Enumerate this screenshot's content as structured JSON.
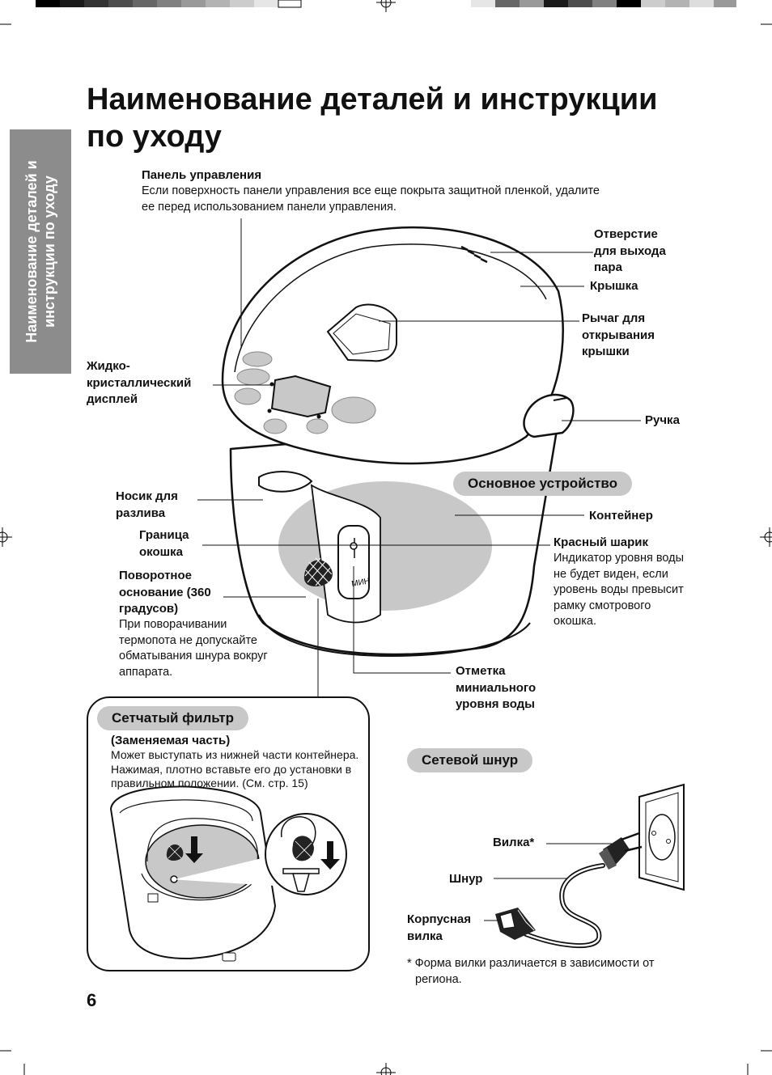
{
  "page": {
    "title": "Наименование деталей и инструкции по уходу",
    "side_tab": "Наименование деталей и инструкции по уходу",
    "page_number": "6"
  },
  "labels": {
    "control_panel_title": "Панель управления",
    "control_panel_text": "Если поверхность панели управления все еще покрыта защитной пленкой, удалите ее перед использованием панели управления.",
    "steam_vent": "Отверстие для выхода пара",
    "lid": "Крышка",
    "lid_lever": "Рычаг для открывания крышки",
    "lcd": "Жидко-кристаллический дисплей",
    "handle": "Ручка",
    "spout": "Носик для разлива",
    "main_unit": "Основное устройство",
    "container": "Контейнер",
    "window_frame": "Граница окошка",
    "red_ball_title": "Красный шарик",
    "red_ball_text": "Индикатор уровня воды не будет виден, если уровень воды превысит рамку смотрового окошка.",
    "swivel_title": "Поворотное основание (360 градусов)",
    "swivel_text": "При поворачивании термопота не допускайте обматывания шнура вокруг аппарата.",
    "min_level": "Отметка миниального уровня воды",
    "min_mark": "МИН"
  },
  "filter": {
    "pill": "Сетчатый фильтр",
    "subtitle": "(Заменяемая часть)",
    "text": "Может выступать из нижней части контейнера. Нажимая, плотно вставьте его до установки в правильном положении. (См. стр. 15)"
  },
  "cord": {
    "pill": "Сетевой шнур",
    "plug": "Вилка*",
    "cord": "Шнур",
    "appliance_plug": "Корпусная вилка",
    "note": "* Форма вилки различается в зависимости от региона."
  },
  "colors": {
    "gray_fill": "#c8c8c8",
    "side_tab": "#8c8c8c",
    "line": "#111111"
  }
}
